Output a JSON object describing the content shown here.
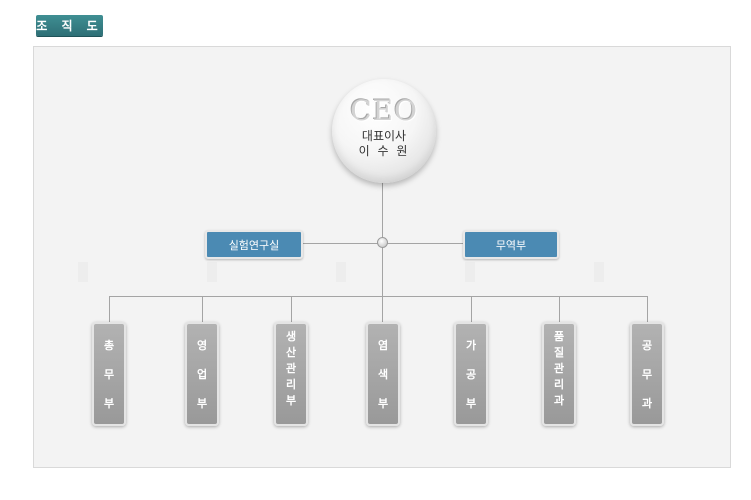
{
  "header": {
    "title": "조 직 도"
  },
  "ceo": {
    "title": "CEO",
    "position": "대표이사",
    "name": "이 수 원"
  },
  "side": {
    "left": "실험연구실",
    "right": "무역부"
  },
  "departments": [
    [
      "총",
      "무",
      "부"
    ],
    [
      "영",
      "업",
      "부"
    ],
    [
      "생",
      "산",
      "관",
      "리",
      "부"
    ],
    [
      "염",
      "색",
      "부"
    ],
    [
      "가",
      "공",
      "부"
    ],
    [
      "품",
      "질",
      "관",
      "리",
      "과"
    ],
    [
      "공",
      "무",
      "과"
    ]
  ]
}
